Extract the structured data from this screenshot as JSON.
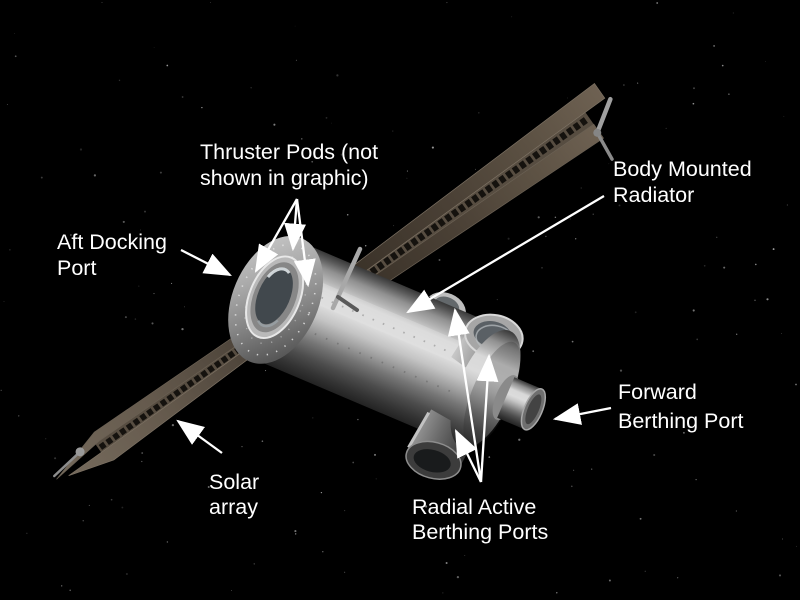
{
  "figure": {
    "description": "Annotated 3D rendering of a cylindrical spacecraft module with solar arrays on a black starfield",
    "labels": {
      "thruster_pods": {
        "line1": "Thruster Pods (not",
        "line2": "shown in graphic)"
      },
      "body_mounted_radiator": {
        "line1": "Body Mounted",
        "line2": "Radiator"
      },
      "aft_docking_port": {
        "line1": "Aft Docking",
        "line2": "Port"
      },
      "forward_berthing_port": {
        "line1": "Forward",
        "line2": "Berthing Port"
      },
      "solar_array": {
        "line1": "Solar",
        "line2": "array"
      },
      "radial_active_berthing_ports": {
        "line1": "Radial Active",
        "line2": "Berthing Ports"
      }
    },
    "colors": {
      "background": "#000000",
      "label_text": "#ffffff",
      "arrow": "#ffffff",
      "hull_bright": "#d9d9d9",
      "hull_dark": "#2a2a2a",
      "solar_panel_brown": "#5c5144",
      "docking_window": "#41484d"
    }
  }
}
